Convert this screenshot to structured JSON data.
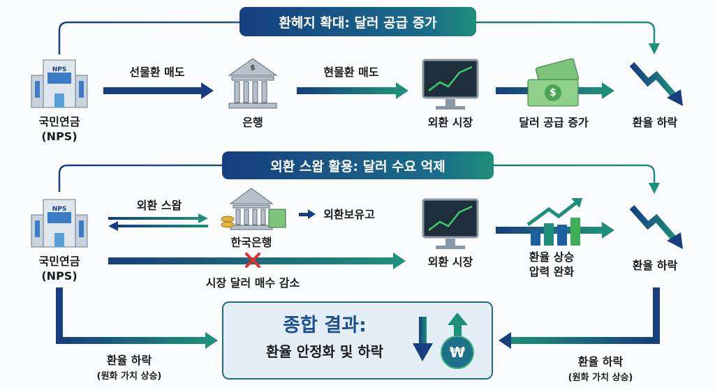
{
  "top": {
    "banner": "환헤지 확대: 달러 공급 증가",
    "nps_label_1": "국민연금",
    "nps_label_2": "(NPS)",
    "nps_sign": "NPS",
    "arrow1": "선물환 매도",
    "bank": "은행",
    "arrow2": "현물환 매도",
    "market": "외환 시장",
    "supply": "달러 공급 증가",
    "result": "환율 하락"
  },
  "middle": {
    "banner": "외환 스왑 활용: 달러 수요 억제",
    "nps_label_1": "국민연금",
    "nps_label_2": "(NPS)",
    "nps_sign": "NPS",
    "swap": "외환 스왑",
    "bok": "한국은행",
    "reserves": "외환보유고",
    "blocked": "시장 달러 매수 감소",
    "market": "외환 시장",
    "pressure_1": "환율 상승",
    "pressure_2": "압력 완화",
    "result": "환율 하락"
  },
  "bottom": {
    "left_1": "환율 하락",
    "left_2": "(원화 가치 상승)",
    "right_1": "환율 하락",
    "right_2": "(원화 가치 상승)",
    "title": "종합 결과:",
    "subtitle": "환율 안정화 및 하락",
    "won_symbol": "₩"
  },
  "colors": {
    "navy": "#163e80",
    "teal": "#1e8f7a",
    "red": "#e0302a"
  }
}
